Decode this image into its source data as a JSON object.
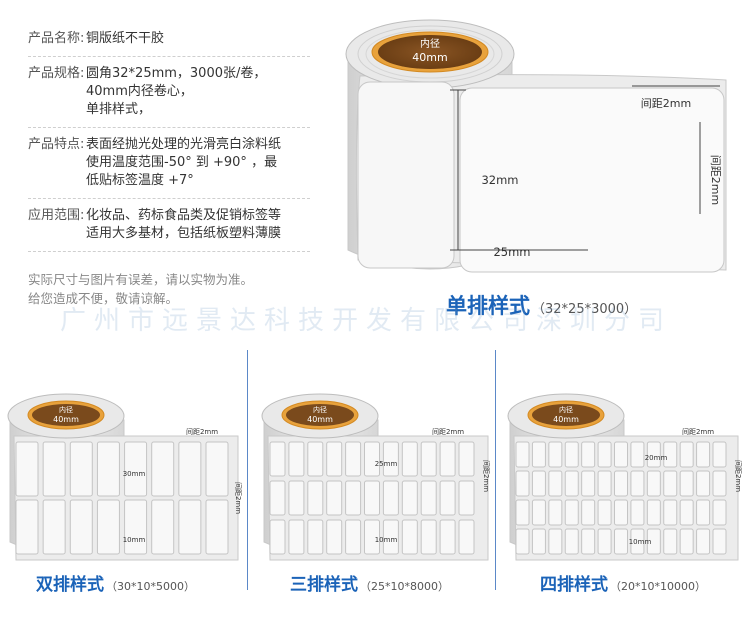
{
  "specs": [
    {
      "key": "产品名称:",
      "lines": [
        "铜版纸不干胶"
      ]
    },
    {
      "key": "产品规格:",
      "lines": [
        "圆角32*25mm，3000张/卷，",
        "40mm内径卷心，",
        "单排样式，"
      ]
    },
    {
      "key": "产品特点:",
      "lines": [
        "表面经抛光处理的光滑亮白涂料纸",
        "使用温度范围-50° 到 +90° ，最",
        "低贴标签温度 +7°"
      ]
    },
    {
      "key": "应用范围:",
      "lines": [
        "化妆品、药标食品类及促销标签等",
        "适用大多基材，包括纸板塑料薄膜"
      ]
    }
  ],
  "note": [
    "实际尺寸与图片有误差，请以实物为准。",
    "给您造成不便，敬请谅解。"
  ],
  "watermark": "广州市远景达科技开发有限公司深圳分司",
  "main_roll": {
    "core_label": "内径",
    "core_size": "40mm",
    "gap_top": "间距2mm",
    "gap_side": "间距2mm",
    "height": "32mm",
    "width": "25mm",
    "caption_title": "单排样式",
    "caption_spec": "（32*25*3000）"
  },
  "rolls": [
    {
      "core_label": "内径",
      "core_size": "40mm",
      "gap_top": "间距2mm",
      "gap_side": "间距2mm",
      "height": "30mm",
      "width": "10mm",
      "caption_title": "双排样式",
      "caption_spec": "（30*10*5000）"
    },
    {
      "core_label": "内径",
      "core_size": "40mm",
      "gap_top": "间距2mm",
      "gap_side": "间距2mm",
      "height": "25mm",
      "width": "10mm",
      "caption_title": "三排样式",
      "caption_spec": "（25*10*8000）"
    },
    {
      "core_label": "内径",
      "core_size": "40mm",
      "gap_top": "间距2mm",
      "gap_side": "间距2mm",
      "height": "20mm",
      "width": "10mm",
      "caption_title": "四排样式",
      "caption_spec": "（20*10*10000）"
    }
  ],
  "colors": {
    "brand_blue": "#1b63b8",
    "core_orange": "#e8a23c",
    "core_brown": "#7a4a1c",
    "label_bg": "#f4f4f4"
  }
}
